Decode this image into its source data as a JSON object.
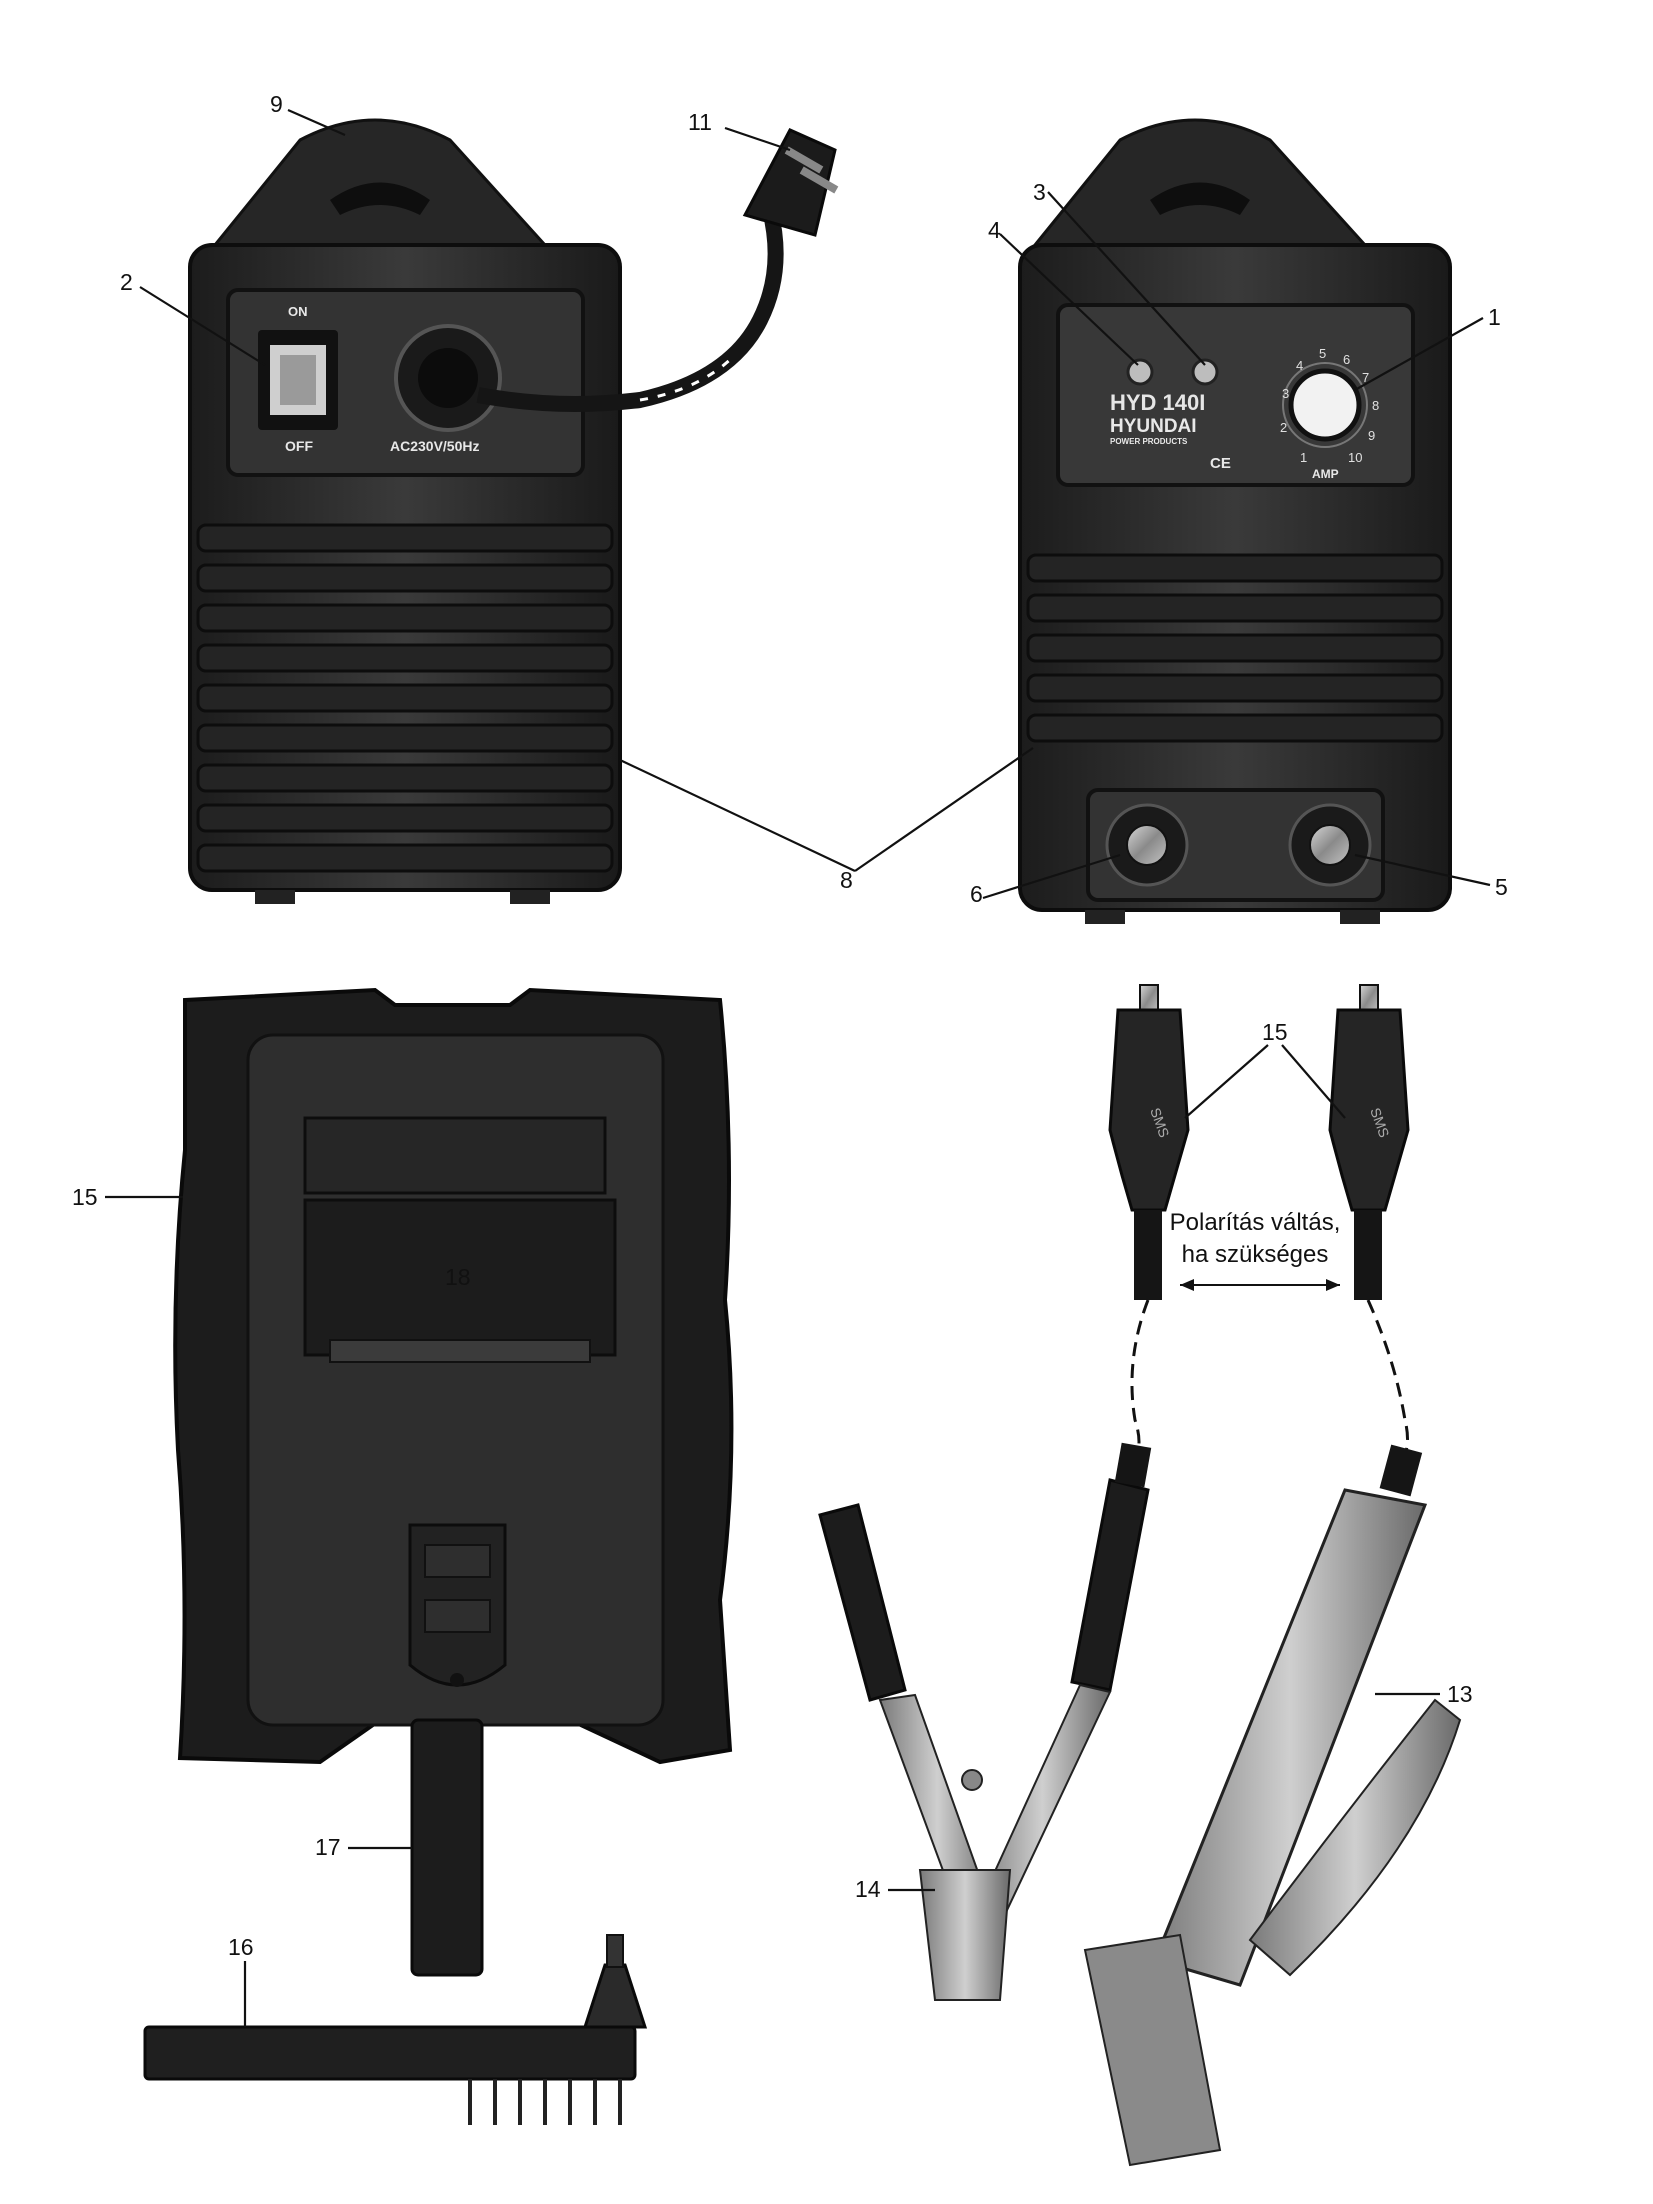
{
  "callouts": {
    "c1": "1",
    "c2": "2",
    "c3": "3",
    "c4": "4",
    "c5": "5",
    "c6": "6",
    "c8": "8",
    "c9": "9",
    "c11": "11",
    "c13": "13",
    "c14": "14",
    "c15a": "15",
    "c15b": "15",
    "c16": "16",
    "c17": "17",
    "c18": "18"
  },
  "rear_panel": {
    "switch_top": "ON",
    "switch_bottom": "OFF",
    "power_rating": "AC230V/50Hz"
  },
  "front_panel": {
    "model": "HYD 140I",
    "brand": "HYUNDAI",
    "brand_sub": "POWER PRODUCTS",
    "amp_label": "AMP",
    "ce_mark": "CE",
    "dial_marks": [
      "1",
      "2",
      "3",
      "4",
      "5",
      "6",
      "7",
      "8",
      "9",
      "10"
    ]
  },
  "connector_brand": "SMS",
  "polarity_note": {
    "line1": "Polarítás váltás,",
    "line2": "ha szükséges"
  },
  "colors": {
    "body": "#2b2b2b",
    "body_dark": "#161616",
    "panel": "#3a3a3a",
    "metal": "#9a9a9a",
    "line": "#111111"
  }
}
